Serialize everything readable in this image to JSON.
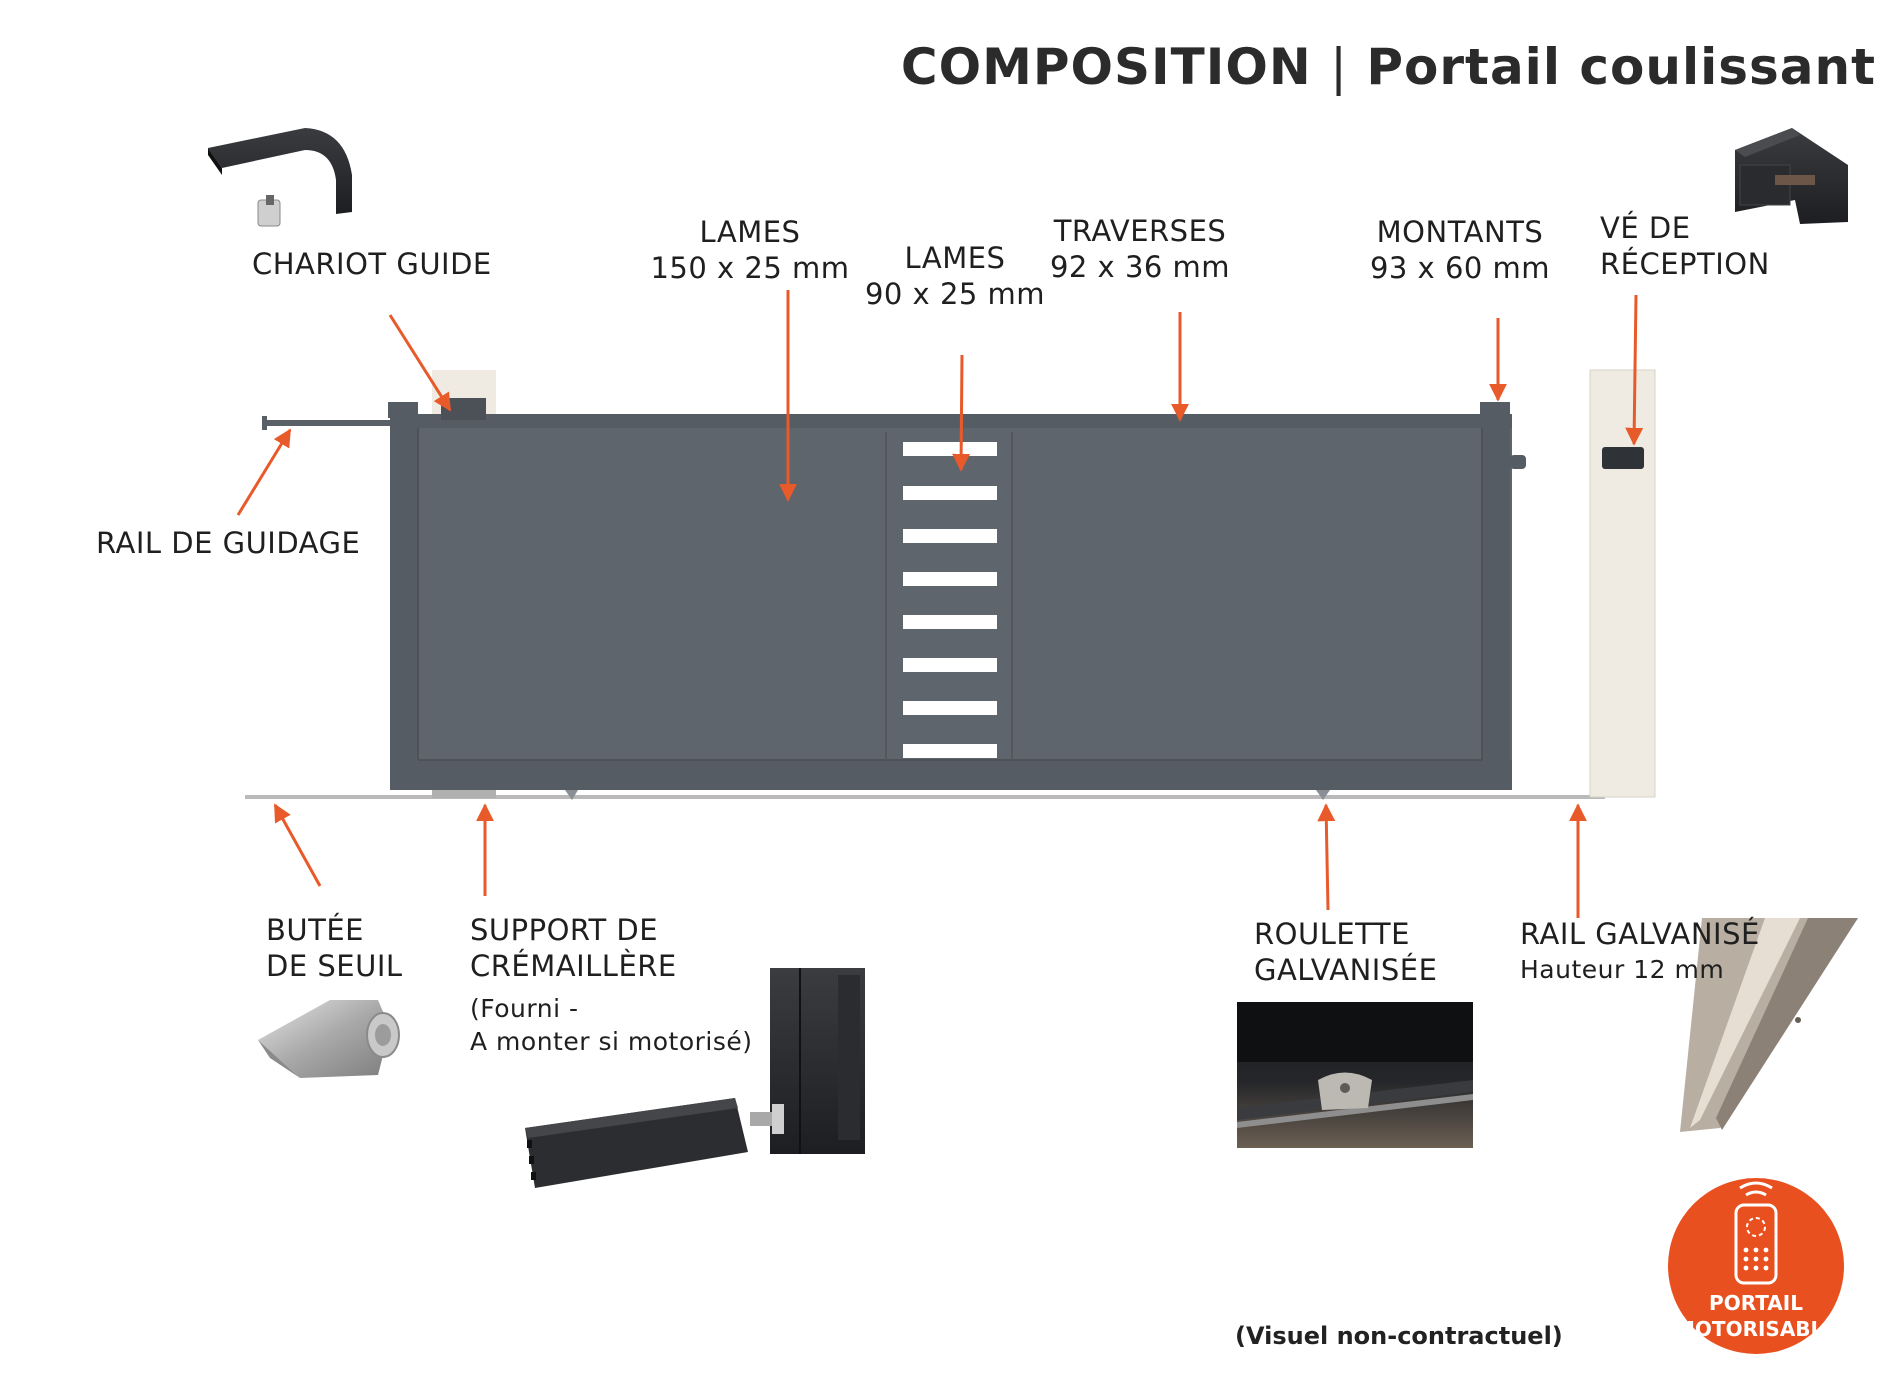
{
  "title": {
    "main": "COMPOSITION",
    "separator": "|",
    "sub": "Portail coulissant"
  },
  "labels": {
    "chariot_guide": "CHARIOT GUIDE",
    "lames_150": {
      "name": "LAMES",
      "dim": "150 x 25 mm"
    },
    "lames_90": {
      "name": "LAMES",
      "dim": "90 x 25 mm"
    },
    "traverses": {
      "name": "TRAVERSES",
      "dim": "92 x 36 mm"
    },
    "montants": {
      "name": "MONTANTS",
      "dim": "93 x 60 mm"
    },
    "ve_reception": {
      "line1": "VÉ DE",
      "line2": "RÉCEPTION"
    },
    "rail_guidage": "RAIL DE GUIDAGE",
    "butee_seuil": {
      "line1": "BUTÉE",
      "line2": "DE SEUIL"
    },
    "support_cremaillere": {
      "line1": "SUPPORT DE",
      "line2": "CRÉMAILLÈRE",
      "note1": "(Fourni -",
      "note2": "A monter si motorisé)"
    },
    "roulette": {
      "line1": "ROULETTE",
      "line2": "GALVANISÉE"
    },
    "rail_galvanise": {
      "name": "RAIL GALVANISÉ",
      "dim": "Hauteur 12 mm"
    }
  },
  "disclaimer": "(Visuel non-contractuel)",
  "badge": {
    "line1": "PORTAIL",
    "line2": "MOTORISABLE",
    "icon": "remote-control-icon"
  },
  "colors": {
    "gate": "#5f656c",
    "gate_frame": "#565c63",
    "arrow": "#e85a2a",
    "badge": "#e9501f",
    "pillar": "#efebe2",
    "rail": "#b9b9b9"
  },
  "icons": [
    "chariot-guide-icon",
    "ve-reception-icon",
    "butee-icon",
    "cremaillere-support-icon",
    "roulette-photo-icon",
    "rail-profile-icon"
  ]
}
